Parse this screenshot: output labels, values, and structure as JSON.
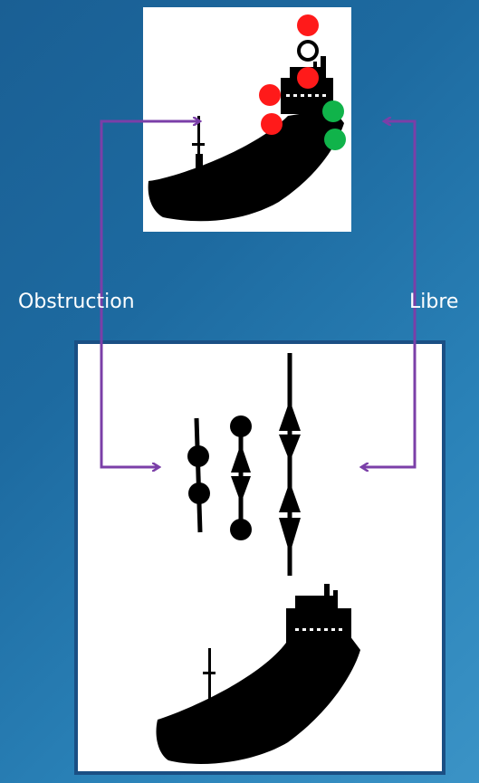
{
  "labels": {
    "obstruction": "Obstruction",
    "libre": "Libre"
  },
  "colors": {
    "light_red": "#ff1a1a",
    "light_green": "#10b34a",
    "arrow_purple": "#7b3fa8",
    "ship": "#000000",
    "background": "#1d6aa0"
  },
  "lights": {
    "mast_top": [
      "red",
      "white",
      "red"
    ],
    "port_side": [
      "red",
      "red"
    ],
    "starboard_side": [
      "green",
      "green"
    ]
  },
  "day_shapes": {
    "obstruction_side": [
      "ball",
      "ball"
    ],
    "middle": [
      "ball",
      "diamond",
      "ball"
    ],
    "libre_side": [
      "diamond",
      "diamond"
    ]
  }
}
